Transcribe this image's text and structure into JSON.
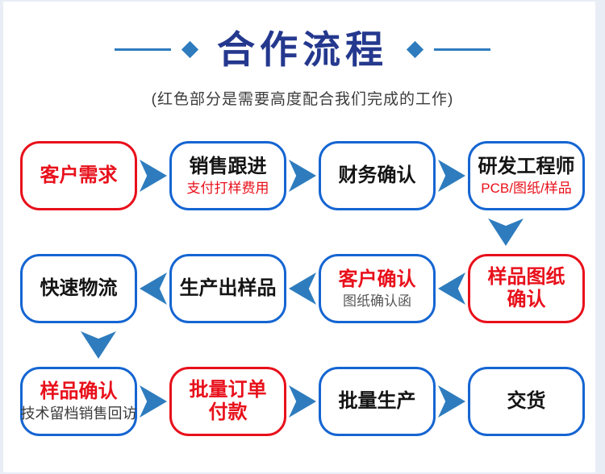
{
  "colors": {
    "navy": "#24388e",
    "accent": "#2e7cbe",
    "border_blue": "#1565d2",
    "red": "#e8101b",
    "text_black": "#141414",
    "text_gray": "#575757",
    "text_dark": "#3b3b3b",
    "frame": "#e9edf5"
  },
  "header": {
    "title": "合作流程",
    "subtitle": "(红色部分是需要高度配合我们完成的工作)"
  },
  "rows": [
    {
      "direction": "right",
      "nodes": [
        {
          "title": "客户需求"
        },
        {
          "title": "销售跟进",
          "subtitle": "支付打样费用"
        },
        {
          "title": "财务确认"
        },
        {
          "title": "研发工程师",
          "subtitle": "PCB/图纸/样品"
        }
      ]
    },
    {
      "direction": "left",
      "nodes": [
        {
          "title": "快速物流"
        },
        {
          "title": "生产出样品"
        },
        {
          "title": "客户确认",
          "subtitle": "图纸确认函"
        },
        {
          "title": "样品图纸",
          "title2": "确认"
        }
      ]
    },
    {
      "direction": "right",
      "nodes": [
        {
          "title": "样品确认",
          "subtitle": "技术留档销售回访"
        },
        {
          "title": "批量订单",
          "title2": "付款"
        },
        {
          "title": "批量生产"
        },
        {
          "title": "交货"
        }
      ]
    }
  ]
}
